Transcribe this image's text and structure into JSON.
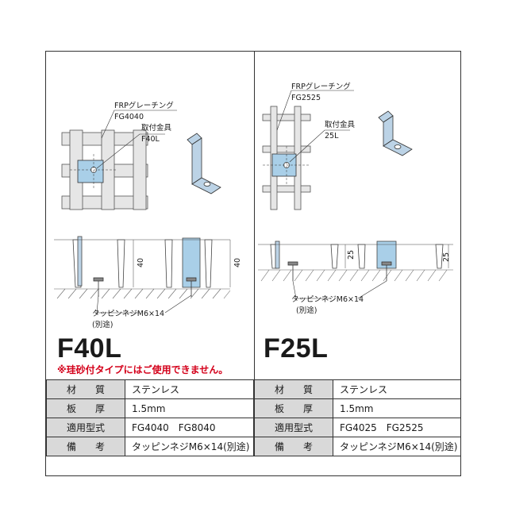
{
  "left": {
    "model": "F40L",
    "note": "※珪砂付タイプにはご使用できません。",
    "labels": {
      "grating": "FRPグレーチング",
      "grating_model": "FG4040",
      "bracket": "取付金具",
      "bracket_model": "F40L",
      "height1": "40",
      "height2": "40",
      "screw": "タッピンネジM6×14",
      "screw_note": "(別途)"
    },
    "spec": [
      {
        "key": "材　　質",
        "value": "ステンレス"
      },
      {
        "key": "板　　厚",
        "value": "1.5mm"
      },
      {
        "key": "適用型式",
        "value": "FG4040　FG8040"
      },
      {
        "key": "備　　考",
        "value": "タッピンネジM6×14(別途)"
      }
    ]
  },
  "right": {
    "model": "F25L",
    "labels": {
      "grating": "FRPグレーチング",
      "grating_model": "FG2525",
      "bracket": "取付金具",
      "bracket_model": "25L",
      "height1": "25",
      "height2": "25",
      "screw": "タッピンネジM6×14",
      "screw_note": "(別途)"
    },
    "spec": [
      {
        "key": "材　　質",
        "value": "ステンレス"
      },
      {
        "key": "板　　厚",
        "value": "1.5mm"
      },
      {
        "key": "適用型式",
        "value": "FG4025　FG2525"
      },
      {
        "key": "備　　考",
        "value": "タッピンネジM6×14(別途)"
      }
    ]
  },
  "colors": {
    "accent_blue": "#a9cfe8",
    "bracket_blue": "#bcd3e6",
    "note_red": "#d4001a",
    "key_bg": "#d9d9d9"
  }
}
